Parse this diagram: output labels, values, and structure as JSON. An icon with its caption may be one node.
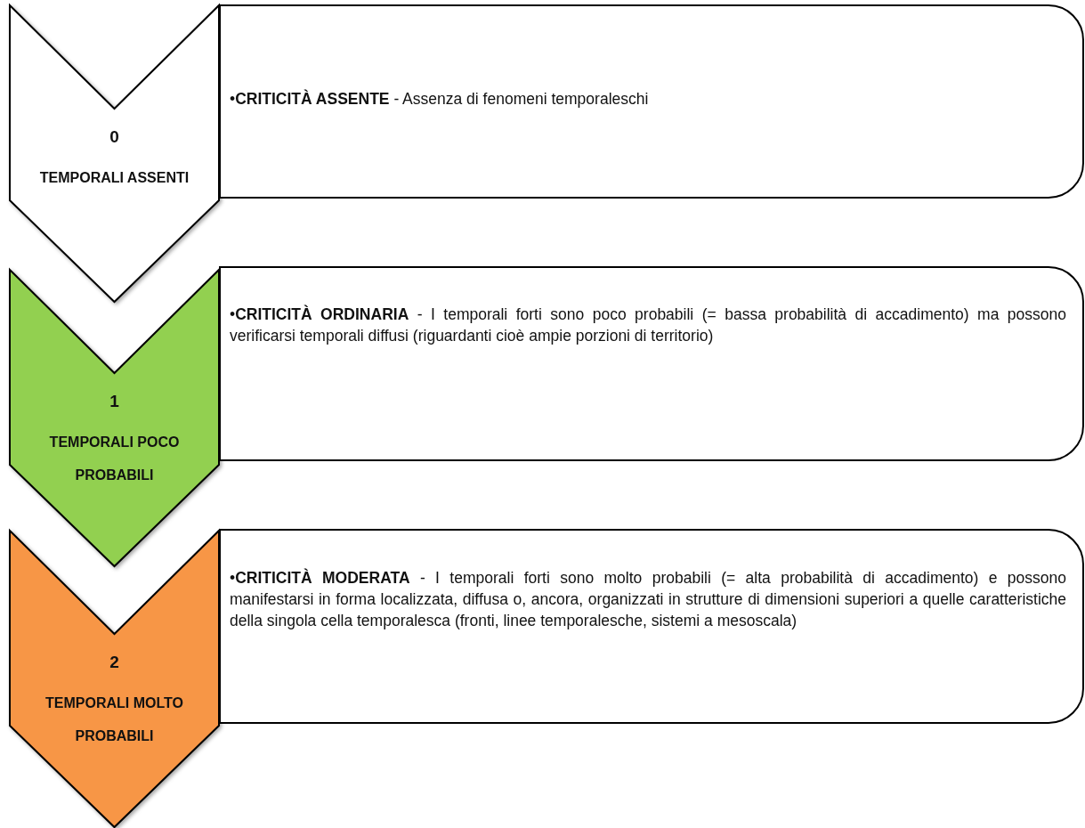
{
  "diagram": {
    "nodes": [
      {
        "text": [
          "0",
          "TEMPORALI ASSENTI"
        ]
      },
      {
        "text": [
          "•**CRITICITÀ ASSENTE** - Assenza di fenomeni temporaleschi"
        ]
      },
      {
        "text": [
          "1",
          "TEMPORALI POCO PROBABILI"
        ]
      },
      {
        "text": [
          "•**CRITICITÀ ORDINARIA** - I temporali forti sono poco probabili (= bassa probabilità di accadimento) ma possono verificarsi temporali diffusi (riguardanti cioè ampie porzioni di territorio)"
        ]
      },
      {
        "text": [
          "2",
          "TEMPORALI MOLTO PROBABILI"
        ]
      },
      {
        "text": [
          "•**CRITICITÀ MODERATA** - I temporali forti sono molto probabili (= alta probabilità di accadimento) e possono manifestarsi in forma localizzata, diffusa o, ancora, organizzati in strutture di dimensioni superiori a quelle caratteristiche della singola cella temporalesca (fronti, linee temporalesche, sistemi a mesoscala)"
        ]
      }
    ]
  }
}
